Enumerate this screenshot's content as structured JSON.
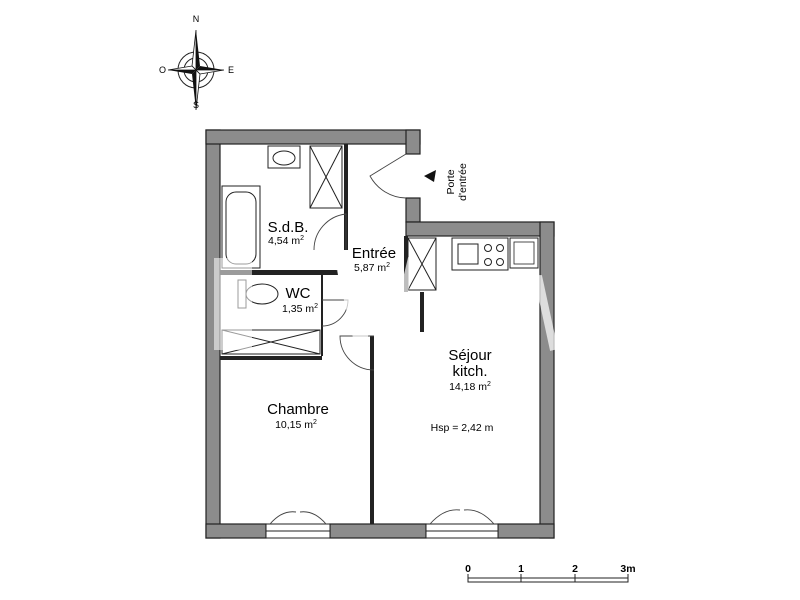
{
  "compass": {
    "north": "N",
    "south": "S",
    "east": "E",
    "west": "O"
  },
  "entrance": {
    "label_line1": "Porte",
    "label_line2": "d'entrée"
  },
  "rooms": {
    "sdb": {
      "name": "S.d.B.",
      "area": "4,54 m",
      "unit_exp": "2"
    },
    "entree": {
      "name": "Entrée",
      "area": "5,87 m",
      "unit_exp": "2"
    },
    "wc": {
      "name": "WC",
      "area": "1,35 m",
      "unit_exp": "2"
    },
    "sejour": {
      "name_line1": "Séjour",
      "name_line2": "kitch.",
      "area": "14,18 m",
      "unit_exp": "2",
      "ceiling": "Hsp = 2,42 m"
    },
    "chambre": {
      "name": "Chambre",
      "area": "10,15 m",
      "unit_exp": "2"
    }
  },
  "scale": {
    "ticks": [
      "0",
      "1",
      "2",
      "3m"
    ]
  },
  "colors": {
    "wall": "#8c8c8c",
    "outline": "#222222"
  }
}
